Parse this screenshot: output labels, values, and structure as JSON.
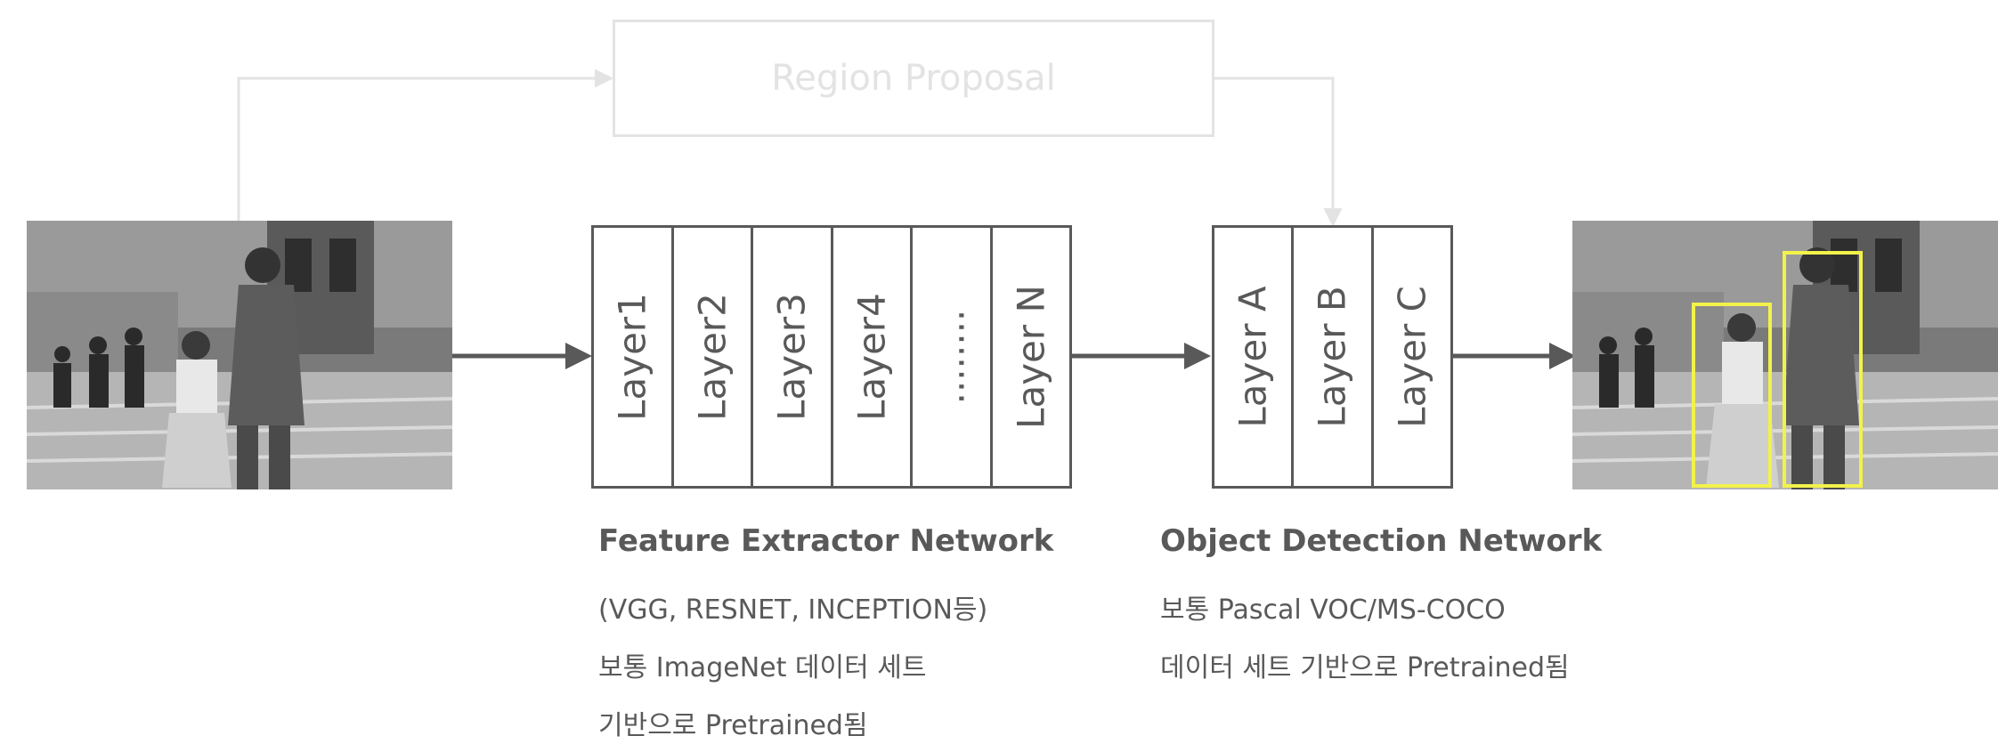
{
  "region_proposal": {
    "label": "Region Proposal"
  },
  "feature_extractor": {
    "layers": [
      "Layer1",
      "Layer2",
      "Layer3",
      "Layer4",
      "........",
      "Layer N"
    ],
    "title": "Feature Extractor Network",
    "desc": [
      "(VGG, RESNET, INCEPTION등)",
      "보통 ImageNet 데이터 세트",
      "기반으로 Pretrained됨"
    ]
  },
  "object_detection": {
    "layers": [
      "Layer A",
      "Layer B",
      "Layer C"
    ],
    "title": "Object Detection Network",
    "desc": [
      "보통 Pascal VOC/MS-COCO",
      "데이터 세트 기반으로 Pretrained됨"
    ]
  },
  "colors": {
    "line": "#595959",
    "faded": "#e3e3e3",
    "bbox": "#f2f24a"
  },
  "icons": {
    "input": "input-photo",
    "output": "output-photo-with-boxes"
  }
}
